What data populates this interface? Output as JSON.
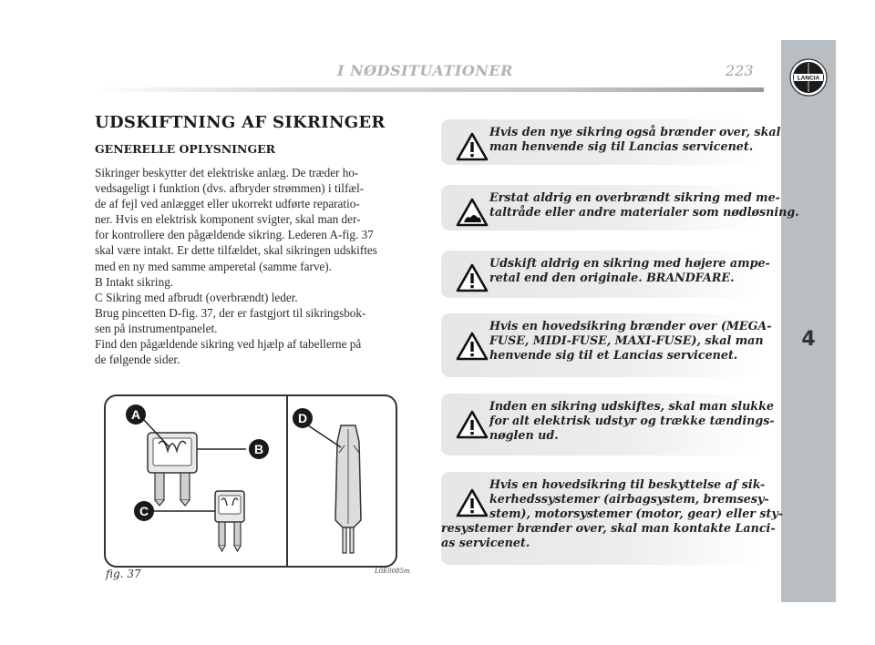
{
  "header": {
    "title": "I NØDSITUATIONER",
    "page_number": "223"
  },
  "sidebar": {
    "chapter_number": "4",
    "logo_text": "LANCIA"
  },
  "section": {
    "title": "UDSKIFTNING AF SIKRINGER",
    "subtitle": "GENERELLE OPLYSNINGER",
    "body_lines": [
      "Sikringer beskytter det elektriske anlæg. De træder ho-",
      "vedsageligt i funktion (dvs. afbryder strømmen) i tilfæl-",
      "de af fejl ved anlægget eller ukorrekt udførte reparatio-",
      "ner. Hvis en elektrisk komponent svigter, skal man der-",
      "for kontrollere den pågældende sikring. Lederen A-fig. 37",
      "skal være intakt. Er dette tilfældet, skal sikringen udskiftes",
      "med en ny med samme amperetal (samme farve).",
      "B  Intakt sikring.",
      "C  Sikring med afbrudt (overbrændt) leder.",
      "Brug pincetten D-fig. 37, der er fastgjort til sikringsbok-",
      "sen på instrumentpanelet.",
      "Find den pågældende sikring ved hjælp af tabellerne på",
      "de følgende sider."
    ]
  },
  "figure": {
    "caption": "fig. 37",
    "code": "L0E0085m",
    "labels": [
      "A",
      "B",
      "C",
      "D"
    ]
  },
  "warnings": [
    {
      "lines": [
        "Hvis den nye sikring også brænder over, skal",
        "man henvende sig til Lancias servicenet."
      ]
    },
    {
      "lines": [
        "Erstat aldrig en overbrændt sikring med me-",
        "taltråde eller andre materialer som nødløsning."
      ]
    },
    {
      "lines": [
        "Udskift aldrig en sikring med højere ampe-",
        "retal end den originale. BRANDFARE."
      ]
    },
    {
      "lines": [
        "Hvis en hovedsikring brænder over (MEGA-",
        "FUSE, MIDI-FUSE, MAXI-FUSE), skal man",
        "henvende sig til et Lancias servicenet."
      ]
    },
    {
      "lines": [
        "Inden en sikring udskiftes, skal man slukke",
        "for alt elektrisk udstyr og trække tændings-",
        "nøglen ud."
      ]
    },
    {
      "lines": [
        "Hvis en hovedsikring til beskyttelse af sik-",
        "kerhedssystemer (airbagsystem, bremsesy-",
        "stem), motorsystemer (motor, gear) eller sty-",
        "resystemer brænder over, skal man kontakte Lanci-",
        "as servicenet."
      ]
    }
  ]
}
